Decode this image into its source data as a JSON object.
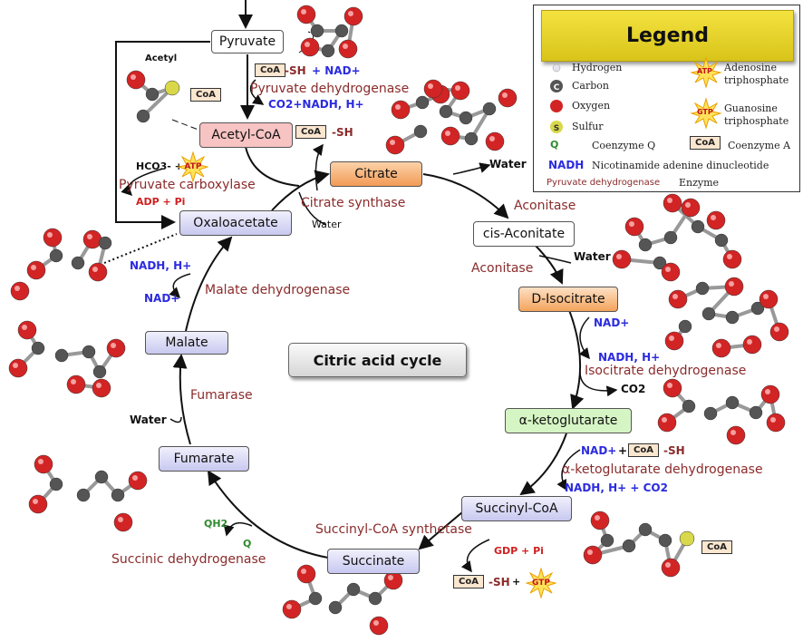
{
  "title": "Citric acid cycle",
  "legend": {
    "title": "Legend",
    "hydrogen": "Hydrogen",
    "carbon": "Carbon",
    "oxygen": "Oxygen",
    "sulfur": "Sulfur",
    "q_symbol": "Q",
    "q_name": "Coenzyme Q",
    "nadh_symbol": "NADH",
    "nadh_name": "Nicotinamide adenine dinucleotide",
    "enzyme_example": "Pyruvate dehydrogenase",
    "enzyme_name": "Enzyme",
    "atp_symbol": "ATP",
    "atp_name_1": "Adenosine",
    "atp_name_2": "triphosphate",
    "gtp_symbol": "GTP",
    "gtp_name_1": "Guanosine",
    "gtp_name_2": "triphosphate",
    "coa_symbol": "CoA",
    "coa_name": "Coenzyme A",
    "carbon_letter": "C",
    "sulfur_letter": "S"
  },
  "metabolites": {
    "pyruvate": "Pyruvate",
    "acetyl_coa": "Acetyl-CoA",
    "citrate": "Citrate",
    "cis_aconitate": "cis-Aconitate",
    "isocitrate": "D-Isocitrate",
    "ketoglutarate": "α-ketoglutarate",
    "succinyl_coa": "Succinyl-CoA",
    "succinate": "Succinate",
    "fumarate": "Fumarate",
    "malate": "Malate",
    "oxaloacetate": "Oxaloacetate"
  },
  "enzymes": {
    "pyruvate_dh": "Pyruvate dehydrogenase",
    "pyruvate_carboxylase": "Pyruvate carboxylase",
    "citrate_synthase": "Citrate synthase",
    "aconitase_1": "Aconitase",
    "aconitase_2": "Aconitase",
    "isocitrate_dh": "Isocitrate dehydrogenase",
    "akg_dh": "α-ketoglutarate dehydrogenase",
    "succinyl_synthetase": "Succinyl-CoA synthetase",
    "succinic_dh": "Succinic dehydrogenase",
    "fumarase": "Fumarase",
    "malate_dh": "Malate dehydrogenase"
  },
  "cofactors": {
    "acetyl": "Acetyl",
    "coa": "CoA",
    "sh": "-SH",
    "plus": "+",
    "plus_nad": "+ NAD+",
    "co2_nadh": "CO2+NADH, H+",
    "water": "Water",
    "nad": "NAD+",
    "nadh_h": "NADH, H+",
    "co2": "CO2",
    "nadh_h_co2": "NADH, H+ + CO2",
    "gdp_pi": "GDP + Pi",
    "gtp": "GTP",
    "atp": "ATP",
    "hco3": "HCO3- +",
    "adp_pi": "ADP + Pi",
    "qh2": "QH2",
    "q": "Q"
  },
  "colors": {
    "legend_title_bg": "#e8d431",
    "enzyme_text": "#8b2b2b",
    "nad_text": "#2b2bdf",
    "oxygen_atom": "#d22424",
    "carbon_atom": "#555555",
    "citrate_box": "#f4a45c",
    "acetylcoa_box": "#f7c3c3",
    "isocitrate_box": "#f6b06a",
    "akg_box": "#d6f5c4",
    "purple_box": "#dcdcf7"
  }
}
